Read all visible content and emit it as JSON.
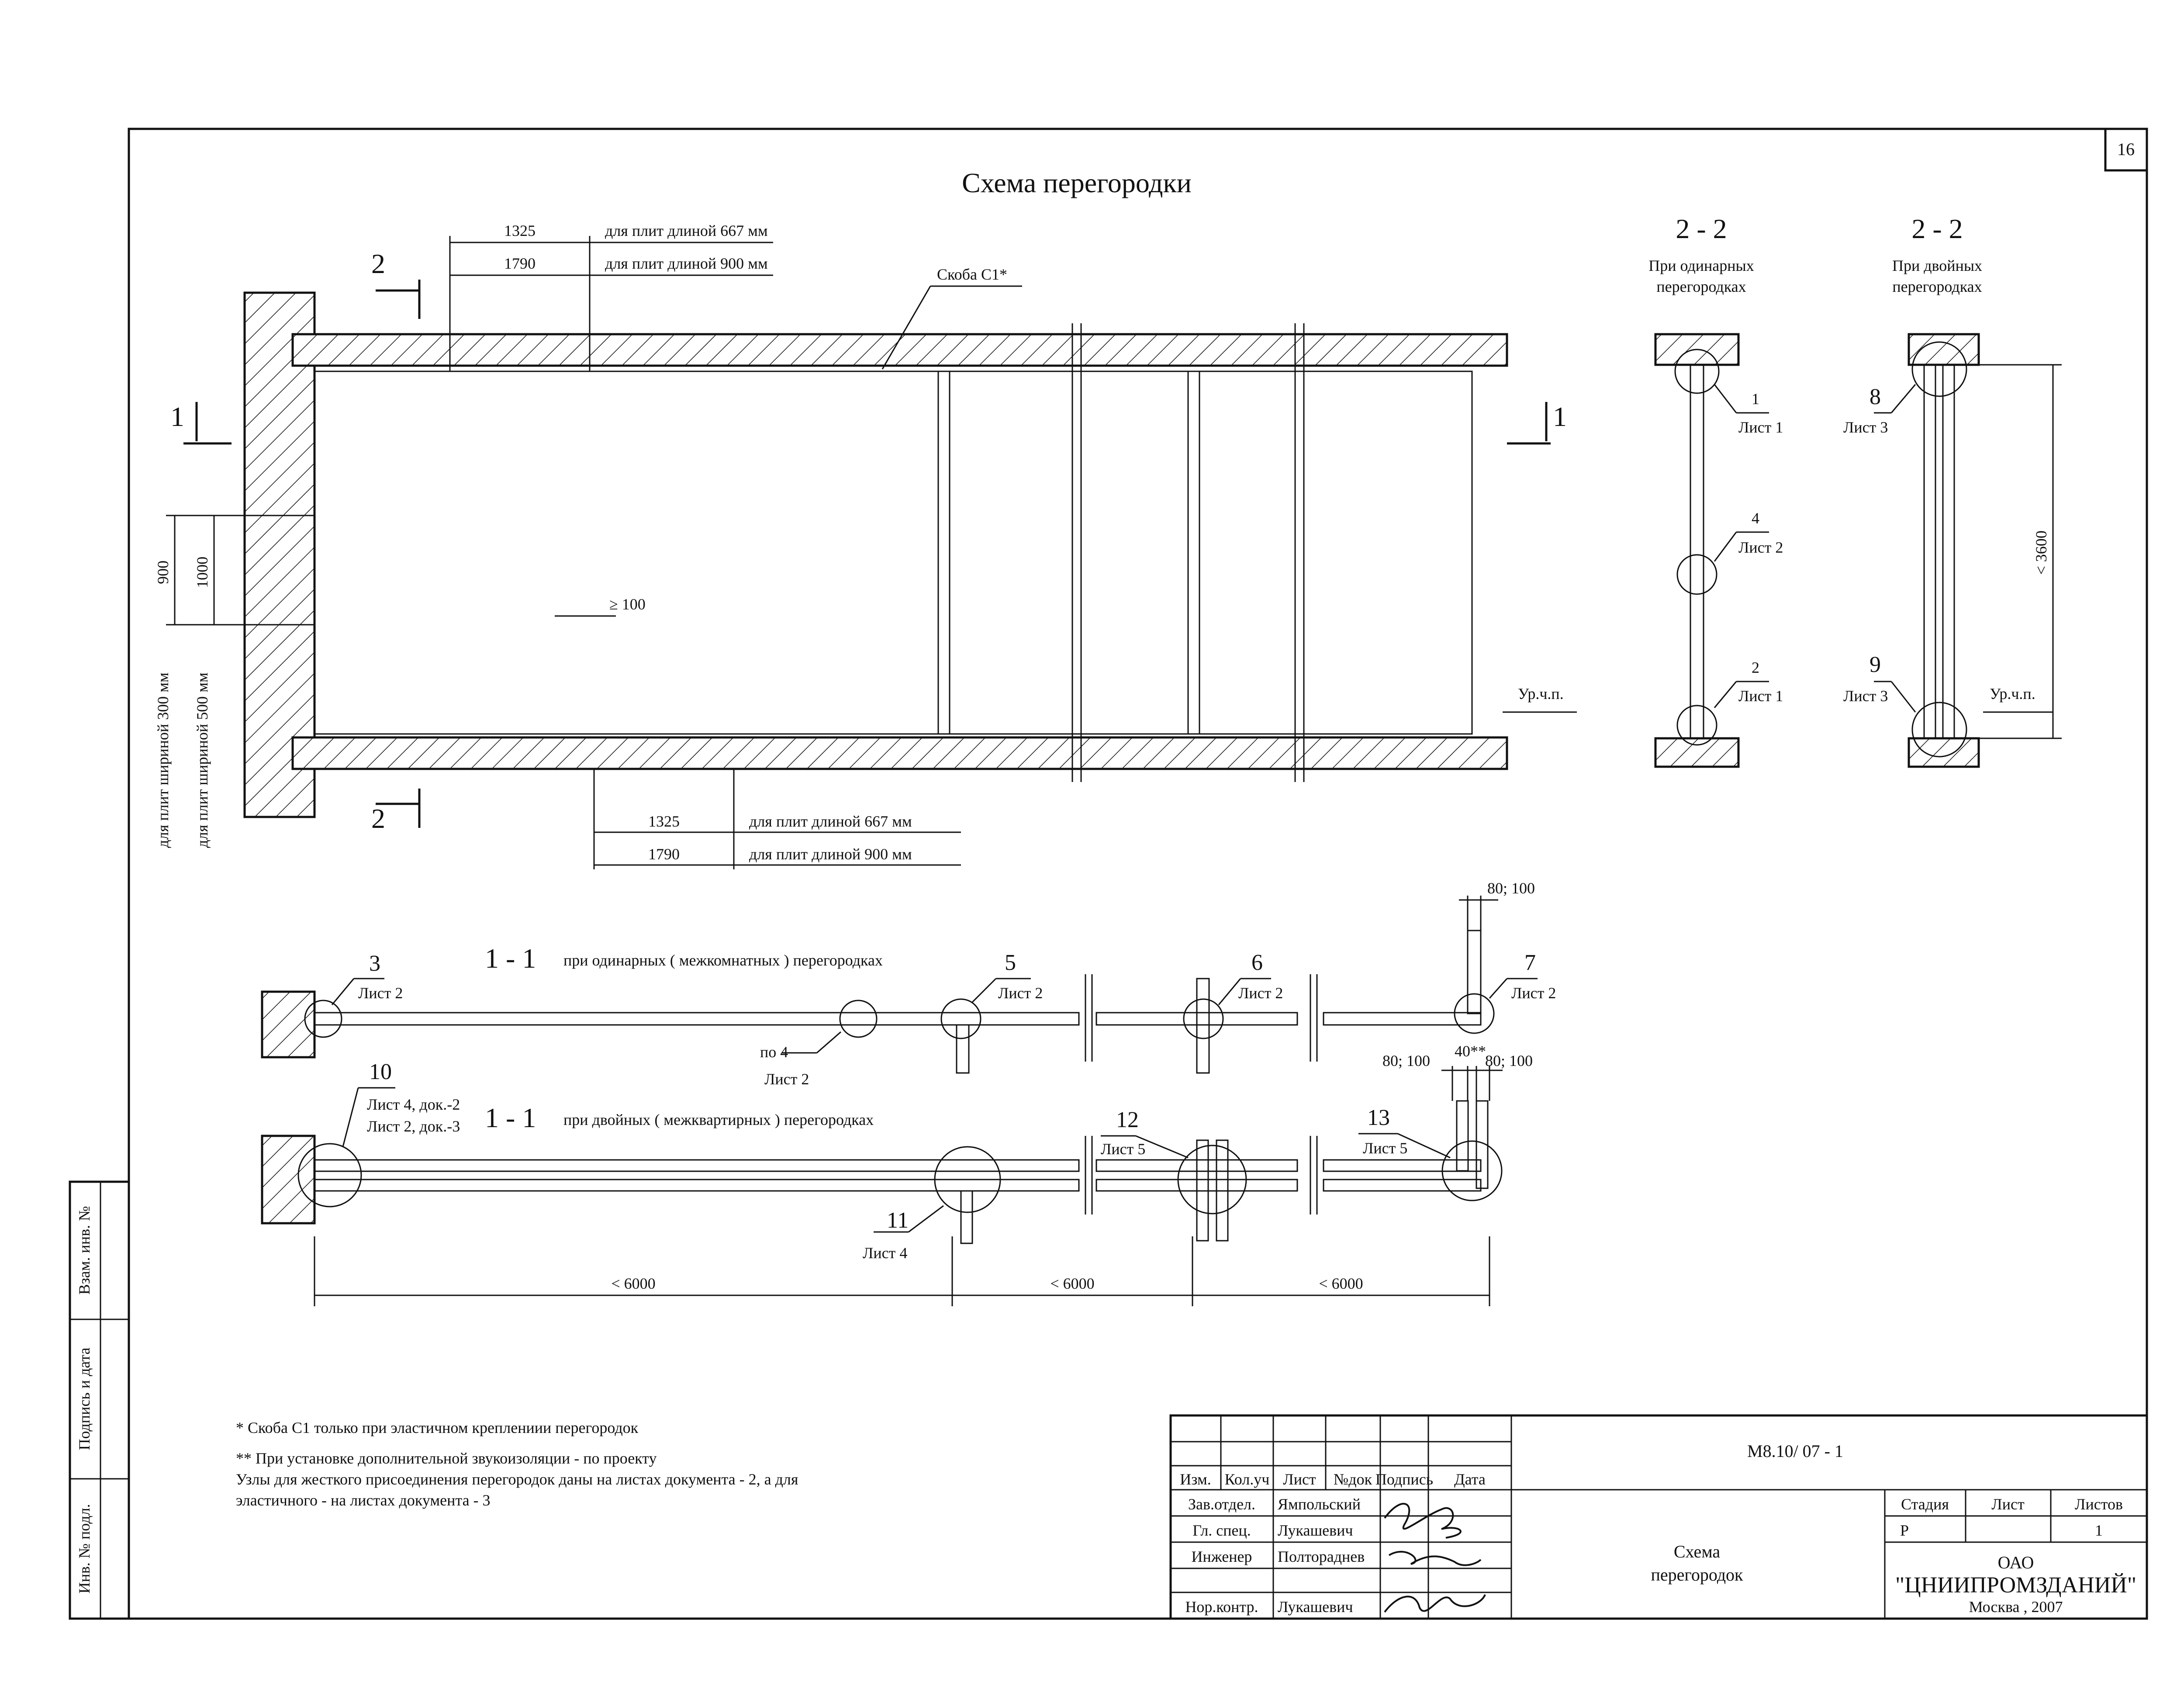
{
  "sheet": {
    "title": "Схема перегородки",
    "sheet_number": "16"
  },
  "elevation": {
    "dim_top_1": "1325",
    "dim_top_1_note": "для плит длиной 667 мм",
    "dim_top_2": "1790",
    "dim_top_2_note": "для плит длиной 900 мм",
    "bracket_label": "Скоба С1*",
    "section_2_label": "2",
    "section_1_label": "1",
    "dim_left_1": "900",
    "dim_left_2": "1000",
    "left_note_1": "для плит шириной 300 мм",
    "left_note_2": "для плит шириной 500 мм",
    "overlap_label": "≥ 100",
    "floor_level": "Ур.ч.п.",
    "dim_bottom_1": "1325",
    "dim_bottom_1_note": "для плит длиной 667 мм",
    "dim_bottom_2": "1790",
    "dim_bottom_2_note": "для плит длиной 900 мм"
  },
  "section_single": {
    "title": "2 - 2",
    "subtitle_1": "При одинарных",
    "subtitle_2": "перегородках",
    "node_1": "1",
    "node_1_sheet": "Лист 1",
    "node_4": "4",
    "node_4_sheet": "Лист 2",
    "node_2": "2",
    "node_2_sheet": "Лист 1"
  },
  "section_double": {
    "title": "2 - 2",
    "subtitle_1": "При двойных",
    "subtitle_2": "перегородках",
    "node_8": "8",
    "node_8_sheet": "Лист 3",
    "node_9": "9",
    "node_9_sheet": "Лист 3",
    "height_dim": "< 3600",
    "floor_level": "Ур.ч.п."
  },
  "plan_single": {
    "title_num": "1 - 1",
    "title_text": "при одинарных ( межкомнатных ) перегородках",
    "node_3": "3",
    "node_3_sheet": "Лист 2",
    "node_4_ref": "по 4",
    "node_4_sheet": "Лист 2",
    "node_5": "5",
    "node_5_sheet": "Лист 2",
    "node_6": "6",
    "node_6_sheet": "Лист 2",
    "node_7": "7",
    "node_7_sheet": "Лист 2",
    "thickness": "80; 100"
  },
  "plan_double": {
    "title_num": "1 - 1",
    "title_text": "при двойных ( межквартирных ) перегородках",
    "node_10": "10",
    "node_10_sheet_1": "Лист 4, док.-2",
    "node_10_sheet_2": "Лист 2, док.-3",
    "node_11": "11",
    "node_11_sheet": "Лист 4",
    "node_12": "12",
    "node_12_sheet": "Лист 5",
    "node_13": "13",
    "node_13_sheet": "Лист 5",
    "thickness_1": "80; 100",
    "gap": "40**",
    "thickness_2": "80; 100",
    "span_1": "< 6000",
    "span_2": "< 6000",
    "span_3": "< 6000"
  },
  "notes": {
    "note_1": "* Скоба С1 только при эластичном креплениии перегородок",
    "note_2": "** При установке дополнительной звукоизоляции - по проекту",
    "note_3": "Узлы для жесткого присоединения перегородок даны на листах  документа - 2, а для",
    "note_4": "эластичного - на листах  документа - 3"
  },
  "side_stamp": {
    "field_1": "Взам. инв. №",
    "field_2": "Подпись и дата",
    "field_3": "Инв. № подл."
  },
  "title_block": {
    "doc_code": "М8.10/ 07 - 1",
    "headers": [
      "Изм.",
      "Кол.уч",
      "Лист",
      "№док",
      "Подпись",
      "Дата"
    ],
    "roles": [
      {
        "role": "Зав.отдел.",
        "name": "Ямпольский"
      },
      {
        "role": "Гл. спец.",
        "name": "Лукашевич"
      },
      {
        "role": "Инженер",
        "name": "Полтораднев"
      },
      {
        "role": "",
        "name": ""
      },
      {
        "role": "Нор.контр.",
        "name": "Лукашевич"
      }
    ],
    "drawing_name_1": "Схема",
    "drawing_name_2": "перегородок",
    "stage_label": "Стадия",
    "sheet_label": "Лист",
    "sheets_label": "Листов",
    "stage_value": "Р",
    "sheets_value": "1",
    "org_1": "ОАО",
    "org_2": "\"ЦНИИПРОМЗДАНИЙ\"",
    "org_3": "Москва , 2007"
  }
}
